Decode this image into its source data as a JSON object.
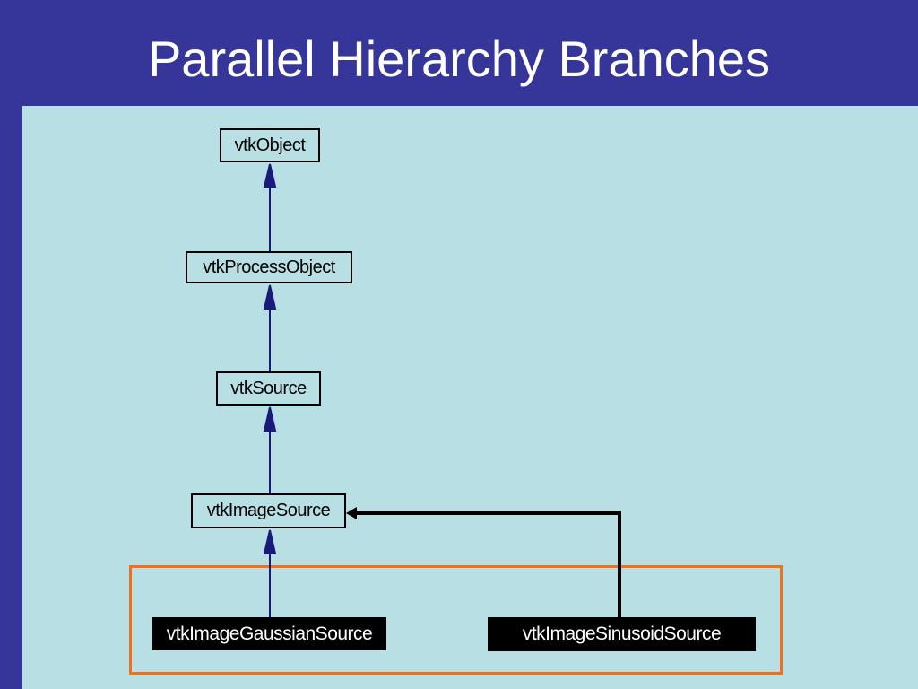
{
  "slide": {
    "title": "Parallel Hierarchy Branches"
  },
  "diagram": {
    "nodes": [
      {
        "id": "vtkObject",
        "label": "vtkObject"
      },
      {
        "id": "vtkProcessObject",
        "label": "vtkProcessObject"
      },
      {
        "id": "vtkSource",
        "label": "vtkSource"
      },
      {
        "id": "vtkImageSource",
        "label": "vtkImageSource"
      },
      {
        "id": "vtkImageGaussianSource",
        "label": "vtkImageGaussianSource"
      },
      {
        "id": "vtkImageSinusoidSource",
        "label": "vtkImageSinusoidSource"
      }
    ],
    "edges": [
      {
        "from": "vtkProcessObject",
        "to": "vtkObject"
      },
      {
        "from": "vtkSource",
        "to": "vtkProcessObject"
      },
      {
        "from": "vtkImageSource",
        "to": "vtkSource"
      },
      {
        "from": "vtkImageGaussianSource",
        "to": "vtkImageSource"
      },
      {
        "from": "vtkImageSinusoidSource",
        "to": "vtkImageSource"
      }
    ],
    "colors": {
      "background": "#35359a",
      "panel": "#b8dfe3",
      "edge": "#1a1a7a",
      "highlight": "#f07020"
    }
  }
}
